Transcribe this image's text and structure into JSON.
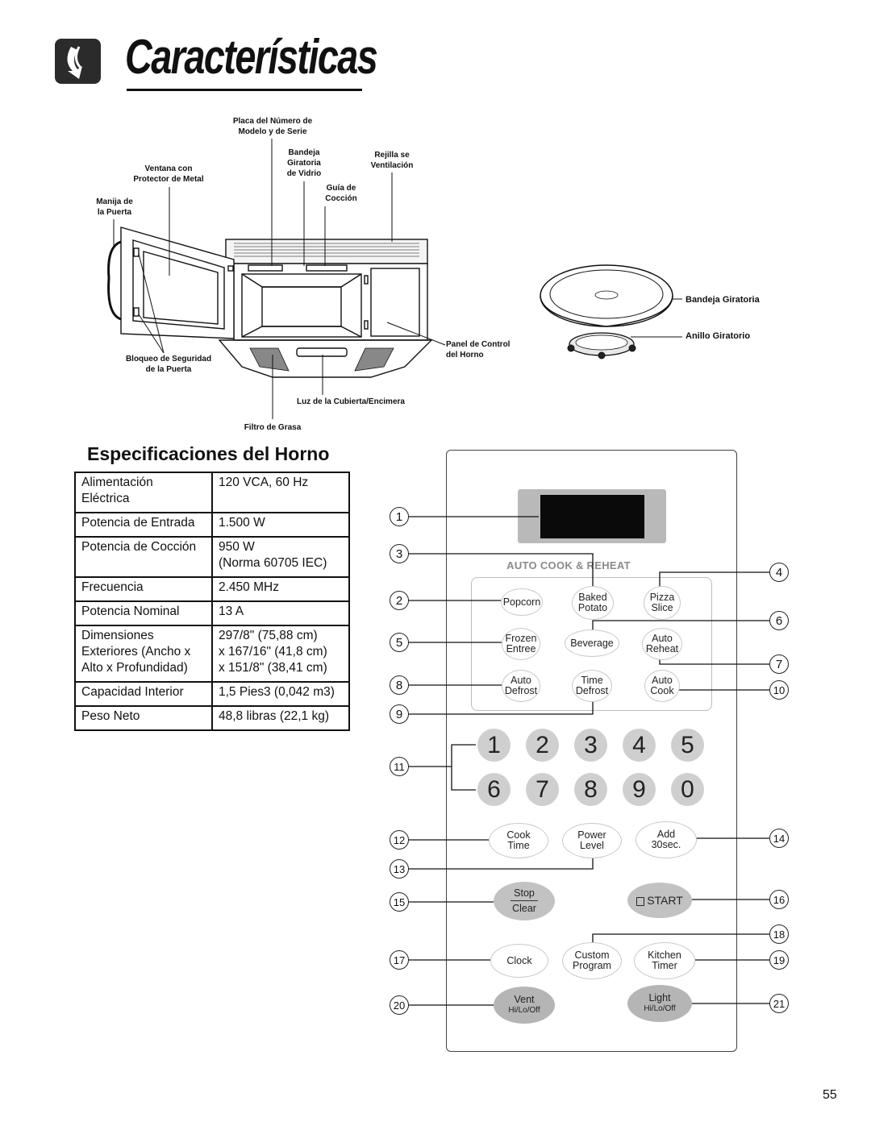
{
  "header": {
    "title": "Características",
    "page_number": "55"
  },
  "diagram_labels": {
    "placa": "Placa del Número de\nModelo y de Serie",
    "bandeja_vidrio": "Bandeja\nGiratoria\nde Vidrio",
    "rejilla": "Rejilla se\nVentilación",
    "ventana": "Ventana con\nProtector de Metal",
    "guia": "Guía de\nCocción",
    "manija": "Manija de\nla Puerta",
    "panel_control": "Panel de Control\ndel Horno",
    "bloqueo": "Bloqueo de Seguridad\nde la Puerta",
    "luz": "Luz de la Cubierta/Encimera",
    "filtro": "Filtro de Grasa",
    "bandeja_giratoria": "Bandeja Giratoria",
    "anillo": "Anillo Giratorio"
  },
  "specs": {
    "title": "Especificaciones del Horno",
    "rows": [
      {
        "label": "Alimentación\nEléctrica",
        "value": "120 VCA, 60 Hz"
      },
      {
        "label": "Potencia de Entrada",
        "value": "1.500 W"
      },
      {
        "label": "Potencia de Cocción",
        "value": "950 W\n(Norma 60705 IEC)"
      },
      {
        "label": "Frecuencia",
        "value": "2.450 MHz"
      },
      {
        "label": "Potencia Nominal",
        "value": "13 A"
      },
      {
        "label": "Dimensiones\nExteriores (Ancho x\nAlto x Profundidad)",
        "value": "297/8\" (75,88 cm)\nx 167/16\" (41,8 cm)\nx 151/8\" (38,41 cm)"
      },
      {
        "label": "Capacidad Interior",
        "value": "1,5 Pies3 (0,042 m3)"
      },
      {
        "label": "Peso Neto",
        "value": "48,8 libras (22,1 kg)"
      }
    ]
  },
  "control_panel": {
    "auto_cook_title": "AUTO COOK & REHEAT",
    "buttons": {
      "popcorn": "Popcorn",
      "baked_potato": "Baked\nPotato",
      "pizza_slice": "Pizza\nSlice",
      "frozen_entree": "Frozen\nEntree",
      "beverage": "Beverage",
      "auto_reheat": "Auto\nReheat",
      "auto_defrost": "Auto\nDefrost",
      "time_defrost": "Time\nDefrost",
      "auto_cook": "Auto\nCook",
      "cook_time": "Cook\nTime",
      "power_level": "Power\nLevel",
      "add_30sec": "Add\n30sec.",
      "stop": "Stop",
      "clear": "Clear",
      "start": "START",
      "clock": "Clock",
      "custom_program": "Custom\nProgram",
      "kitchen_timer": "Kitchen\nTimer",
      "vent": "Vent",
      "vent_sub": "Hi/Lo/Off",
      "light": "Light",
      "light_sub": "Hi/Lo/Off"
    },
    "digits": [
      "1",
      "2",
      "3",
      "4",
      "5",
      "6",
      "7",
      "8",
      "9",
      "0"
    ],
    "callouts": [
      "1",
      "2",
      "3",
      "4",
      "5",
      "6",
      "7",
      "8",
      "9",
      "10",
      "11",
      "12",
      "13",
      "14",
      "15",
      "16",
      "17",
      "18",
      "19",
      "20",
      "21"
    ]
  }
}
